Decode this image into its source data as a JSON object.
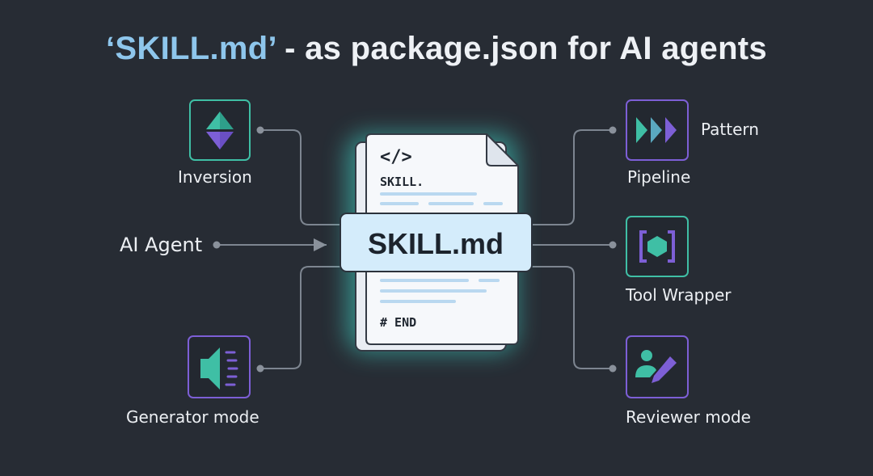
{
  "title": {
    "highlight": "‘SKILL.md’",
    "rest": " - as package.json for AI agents"
  },
  "document": {
    "code_tag": "</>",
    "header_text": "SKILL.",
    "badge": "SKILL.md",
    "footer_text": "# END"
  },
  "left": {
    "input_label": "AI Agent",
    "top_node": {
      "label": "Inversion",
      "icon": "inversion-icon"
    },
    "bottom_node": {
      "label": "Generator mode",
      "icon": "generator-icon"
    }
  },
  "right": {
    "top_node": {
      "label": "Pipeline",
      "extra_label": "Pattern",
      "icon": "pipeline-icon"
    },
    "middle_node": {
      "label": "Tool Wrapper",
      "icon": "tool-wrapper-icon"
    },
    "bottom_node": {
      "label": "Reviewer mode",
      "icon": "reviewer-icon"
    }
  },
  "colors": {
    "background": "#272c34",
    "teal": "#3fbfa5",
    "purple": "#7d5fd6",
    "title_highlight": "#8ec6ec",
    "badge_fill": "#d4ecfb",
    "connector": "#7d8590"
  }
}
